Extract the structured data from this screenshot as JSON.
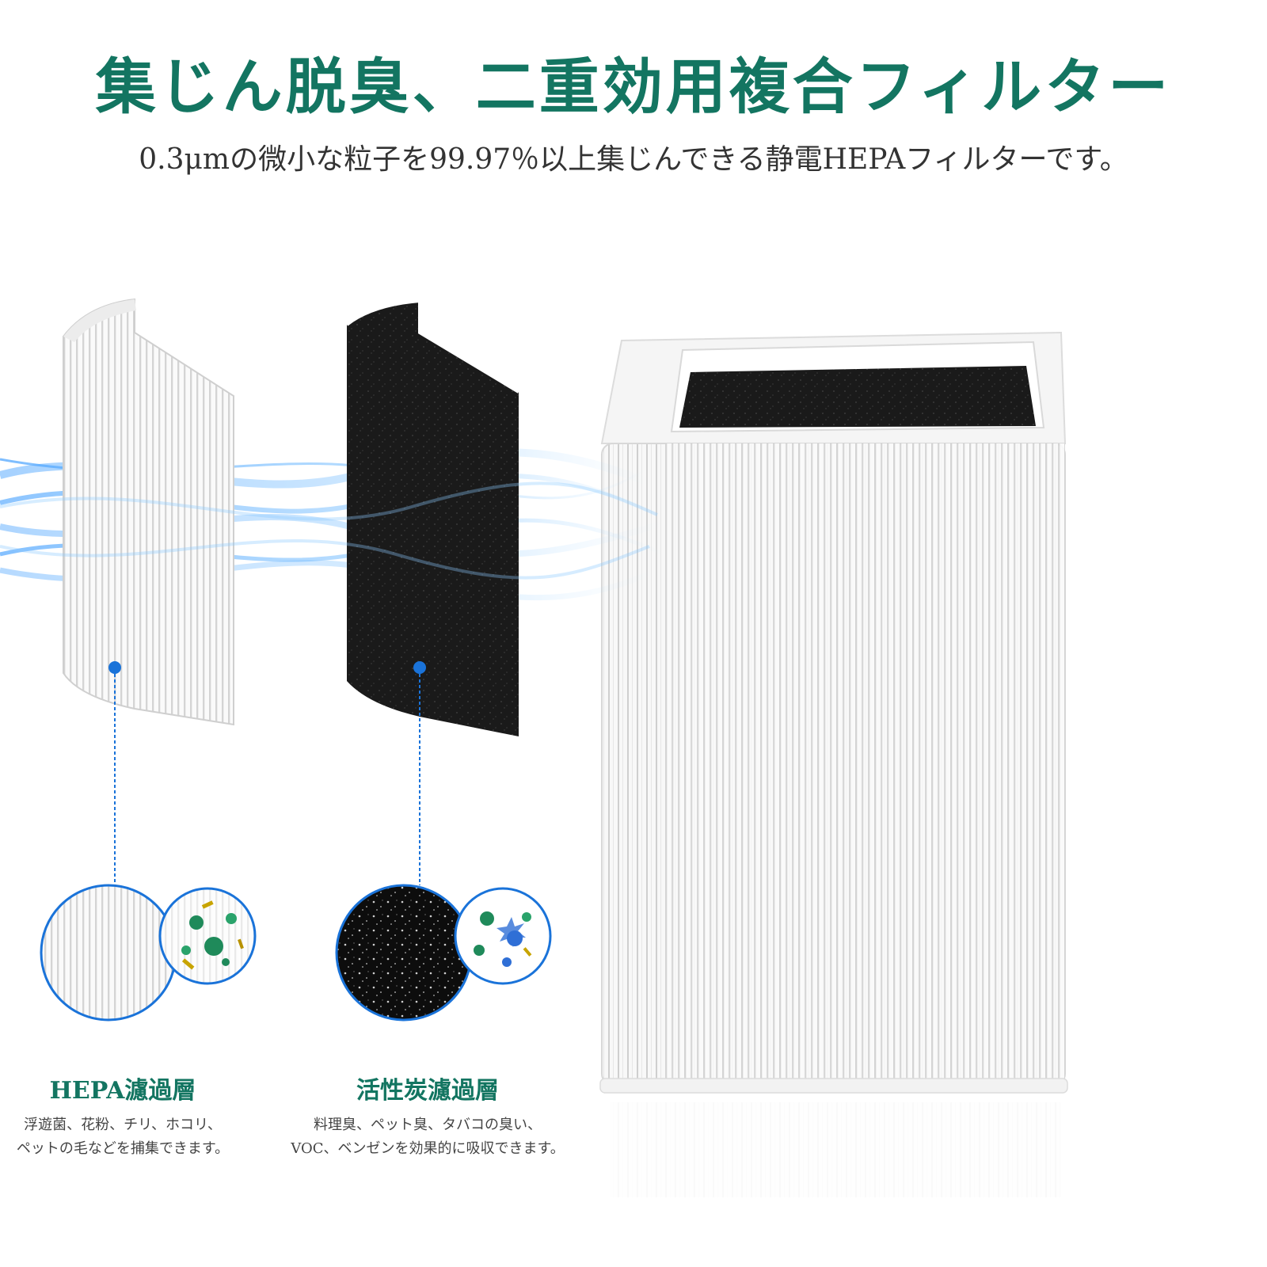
{
  "header": {
    "headline": "集じん脱臭、二重効用複合フィルター",
    "subline": "0.3μmの微小な粒子を99.97％以上集じんできる静電HEPAフィルターです。"
  },
  "layers": [
    {
      "title": "HEPA濾過層",
      "desc_line1": "浮遊菌、花粉、チリ、ホコリ、",
      "desc_line2": "ペットの毛などを捕集できます。"
    },
    {
      "title": "活性炭濾過層",
      "desc_line1": "料理臭、ペット臭、タバコの臭い、",
      "desc_line2": "VOC、ベンゼンを効果的に吸収できます。"
    }
  ],
  "colors": {
    "accent_green": "#137561",
    "dot_blue": "#1a73d9",
    "carbon": "#1b1b1b"
  }
}
